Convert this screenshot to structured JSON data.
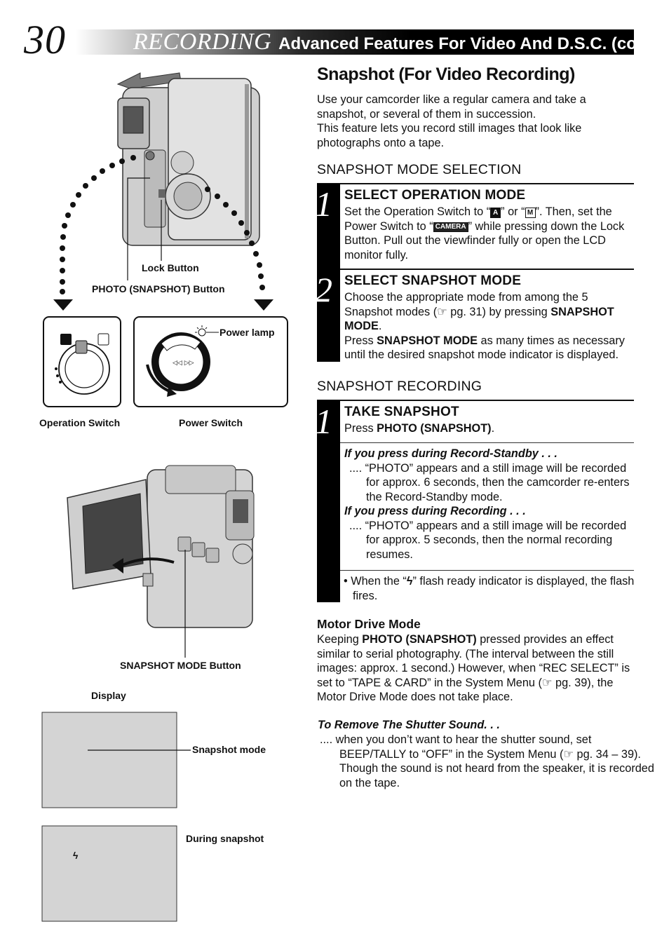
{
  "header": {
    "page_number": "30",
    "title_big": "RECORDING",
    "title_small": "Advanced Features For Video And D.S.C. (cont.)"
  },
  "figure_labels": {
    "lock_button": "Lock Button",
    "photo_button": "PHOTO (SNAPSHOT) Button",
    "power_lamp": "Power lamp",
    "operation_switch": "Operation Switch",
    "power_switch": "Power Switch",
    "snapshot_mode_button": "SNAPSHOT MODE Button",
    "display": "Display",
    "snapshot_mode": "Snapshot mode",
    "during_snapshot": "During snapshot"
  },
  "section": {
    "title": "Snapshot (For Video Recording)",
    "intro_1": "Use your camcorder like a regular camera and take a snapshot, or several of them in succession.",
    "intro_2": "This feature lets you record still images that look like photographs onto a tape."
  },
  "mode_selection": {
    "heading": "SNAPSHOT MODE SELECTION",
    "step1_num": "1",
    "step1_title": "SELECT OPERATION MODE",
    "step1_a": "Set the Operation Switch to “",
    "step1_icon_a": "A",
    "step1_b": "” or “",
    "step1_icon_m": "M",
    "step1_c": "”. Then, set the Power Switch to “",
    "step1_icon_camera": "CAMERA",
    "step1_d": "” while pressing down the Lock Button. Pull out the viewfinder fully or open the LCD monitor fully.",
    "step2_num": "2",
    "step2_title": "SELECT SNAPSHOT MODE",
    "step2_a": "Choose the appropriate mode from among the 5 Snapshot modes (",
    "step2_ref": "☞ pg. 31) by pressing ",
    "step2_b": "SNAPSHOT MODE",
    "step2_c": ".",
    "step2_d": "Press ",
    "step2_e": "SNAPSHOT MODE",
    "step2_f": " as many times as necessary until the desired snapshot mode indicator is displayed."
  },
  "recording": {
    "heading": "SNAPSHOT RECORDING",
    "step1_num": "1",
    "step1_title": "TAKE SNAPSHOT",
    "press_a": "Press ",
    "press_b": "PHOTO (SNAPSHOT)",
    "press_c": ".",
    "standby_head": "If you press during Record-Standby . . .",
    "standby_text": ".... “PHOTO” appears and a still image will be recorded for approx. 6 seconds, then the camcorder re-enters the Record-Standby mode.",
    "recording_head": "If you press during Recording . . .",
    "recording_text": ".... “PHOTO” appears and a still image will be recorded for approx. 5 seconds, then the normal recording resumes.",
    "flash_a": "• When the “",
    "flash_icon": "ϟ",
    "flash_b": "” flash ready indicator is displayed, the flash fires."
  },
  "motor_drive": {
    "title": "Motor Drive Mode",
    "a": "Keeping ",
    "b": "PHOTO (SNAPSHOT)",
    "c": " pressed provides an effect similar to serial photography. (The interval between the still images: approx. 1 second.) However, when “REC SELECT” is set to “TAPE & CARD” in the System Menu (☞ pg. 39), the Motor Drive Mode does not take place."
  },
  "shutter": {
    "title": "To Remove The Shutter Sound. . .",
    "text": ".... when you don’t want to hear the shutter sound, set BEEP/TALLY to “OFF” in the System Menu (☞ pg. 34 – 39). Though the sound is not heard from the speaker, it is recorded on the tape."
  },
  "display_flash_glyph": "ϟ",
  "icons": [
    "lock-icon",
    "lamp-icon",
    "flash-icon",
    "camcorder-illustration"
  ]
}
